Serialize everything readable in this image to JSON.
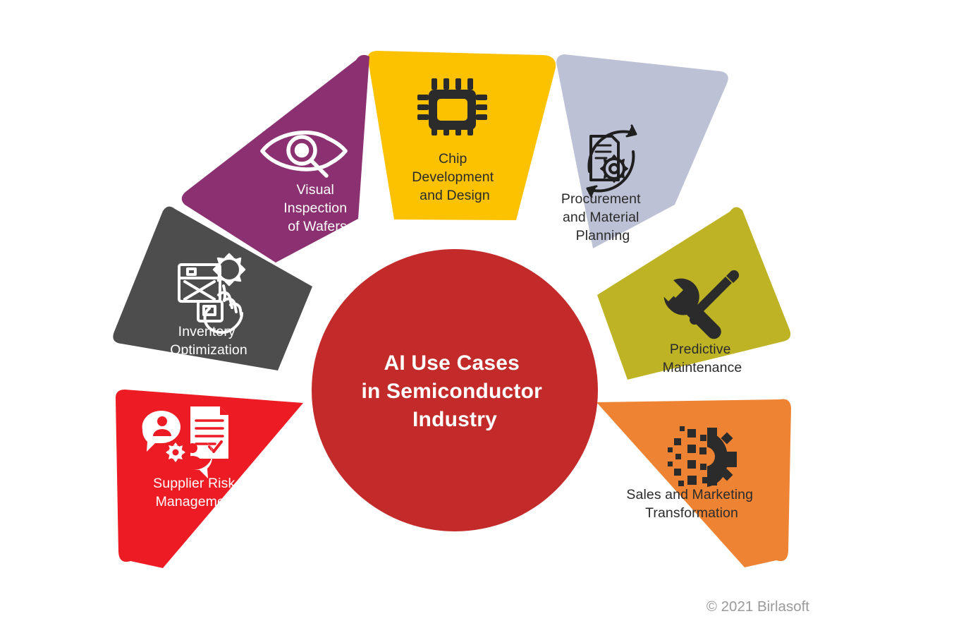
{
  "diagram": {
    "type": "radial-petal-wheel",
    "center": {
      "title_lines": [
        "AI Use Cases",
        "in Semiconductor",
        "Industry"
      ],
      "color": "#C32A2A",
      "text_color": "#FFFFFF"
    },
    "copyright": "© 2021 Birlasoft",
    "copyright_color": "#9A9A9A",
    "background": "#FFFFFF",
    "petals": [
      {
        "id": "visual-inspection-of-wafers",
        "label_lines": [
          "Visual",
          "Inspection",
          "of Wafers"
        ],
        "color": "#8B3070",
        "text_color": "#FFFFFF",
        "icon": "eye-magnifier-icon"
      },
      {
        "id": "chip-development-and-design",
        "label_lines": [
          "Chip",
          "Development",
          "and Design"
        ],
        "color": "#FCC200",
        "text_color": "#2B2B2B",
        "icon": "microchip-icon"
      },
      {
        "id": "procurement-and-material-planning",
        "label_lines": [
          "Procurement",
          "and Material",
          "Planning"
        ],
        "color": "#BDC1D5",
        "text_color": "#2B2B2B",
        "icon": "document-gear-cycle-icon"
      },
      {
        "id": "predictive-maintenance",
        "label_lines": [
          "Predictive",
          "Maintenance"
        ],
        "color": "#BDB324",
        "text_color": "#2B2B2B",
        "icon": "wrench-screwdriver-icon"
      },
      {
        "id": "sales-and-marketing-transformation",
        "label_lines": [
          "Sales and Marketing",
          "Transformation"
        ],
        "color": "#EE8433",
        "text_color": "#2B2B2B",
        "icon": "pixel-gear-icon"
      },
      {
        "id": "supplier-risk-management",
        "label_lines": [
          "Supplier Risk",
          "Management"
        ],
        "color": "#ED1C24",
        "text_color": "#FFFFFF",
        "icon": "people-document-gear-icon"
      },
      {
        "id": "inventory-optimization",
        "label_lines": [
          "Inventory",
          "Optimization"
        ],
        "color": "#4D4D4D",
        "text_color": "#FFFFFF",
        "icon": "box-gear-hand-icon"
      }
    ]
  }
}
